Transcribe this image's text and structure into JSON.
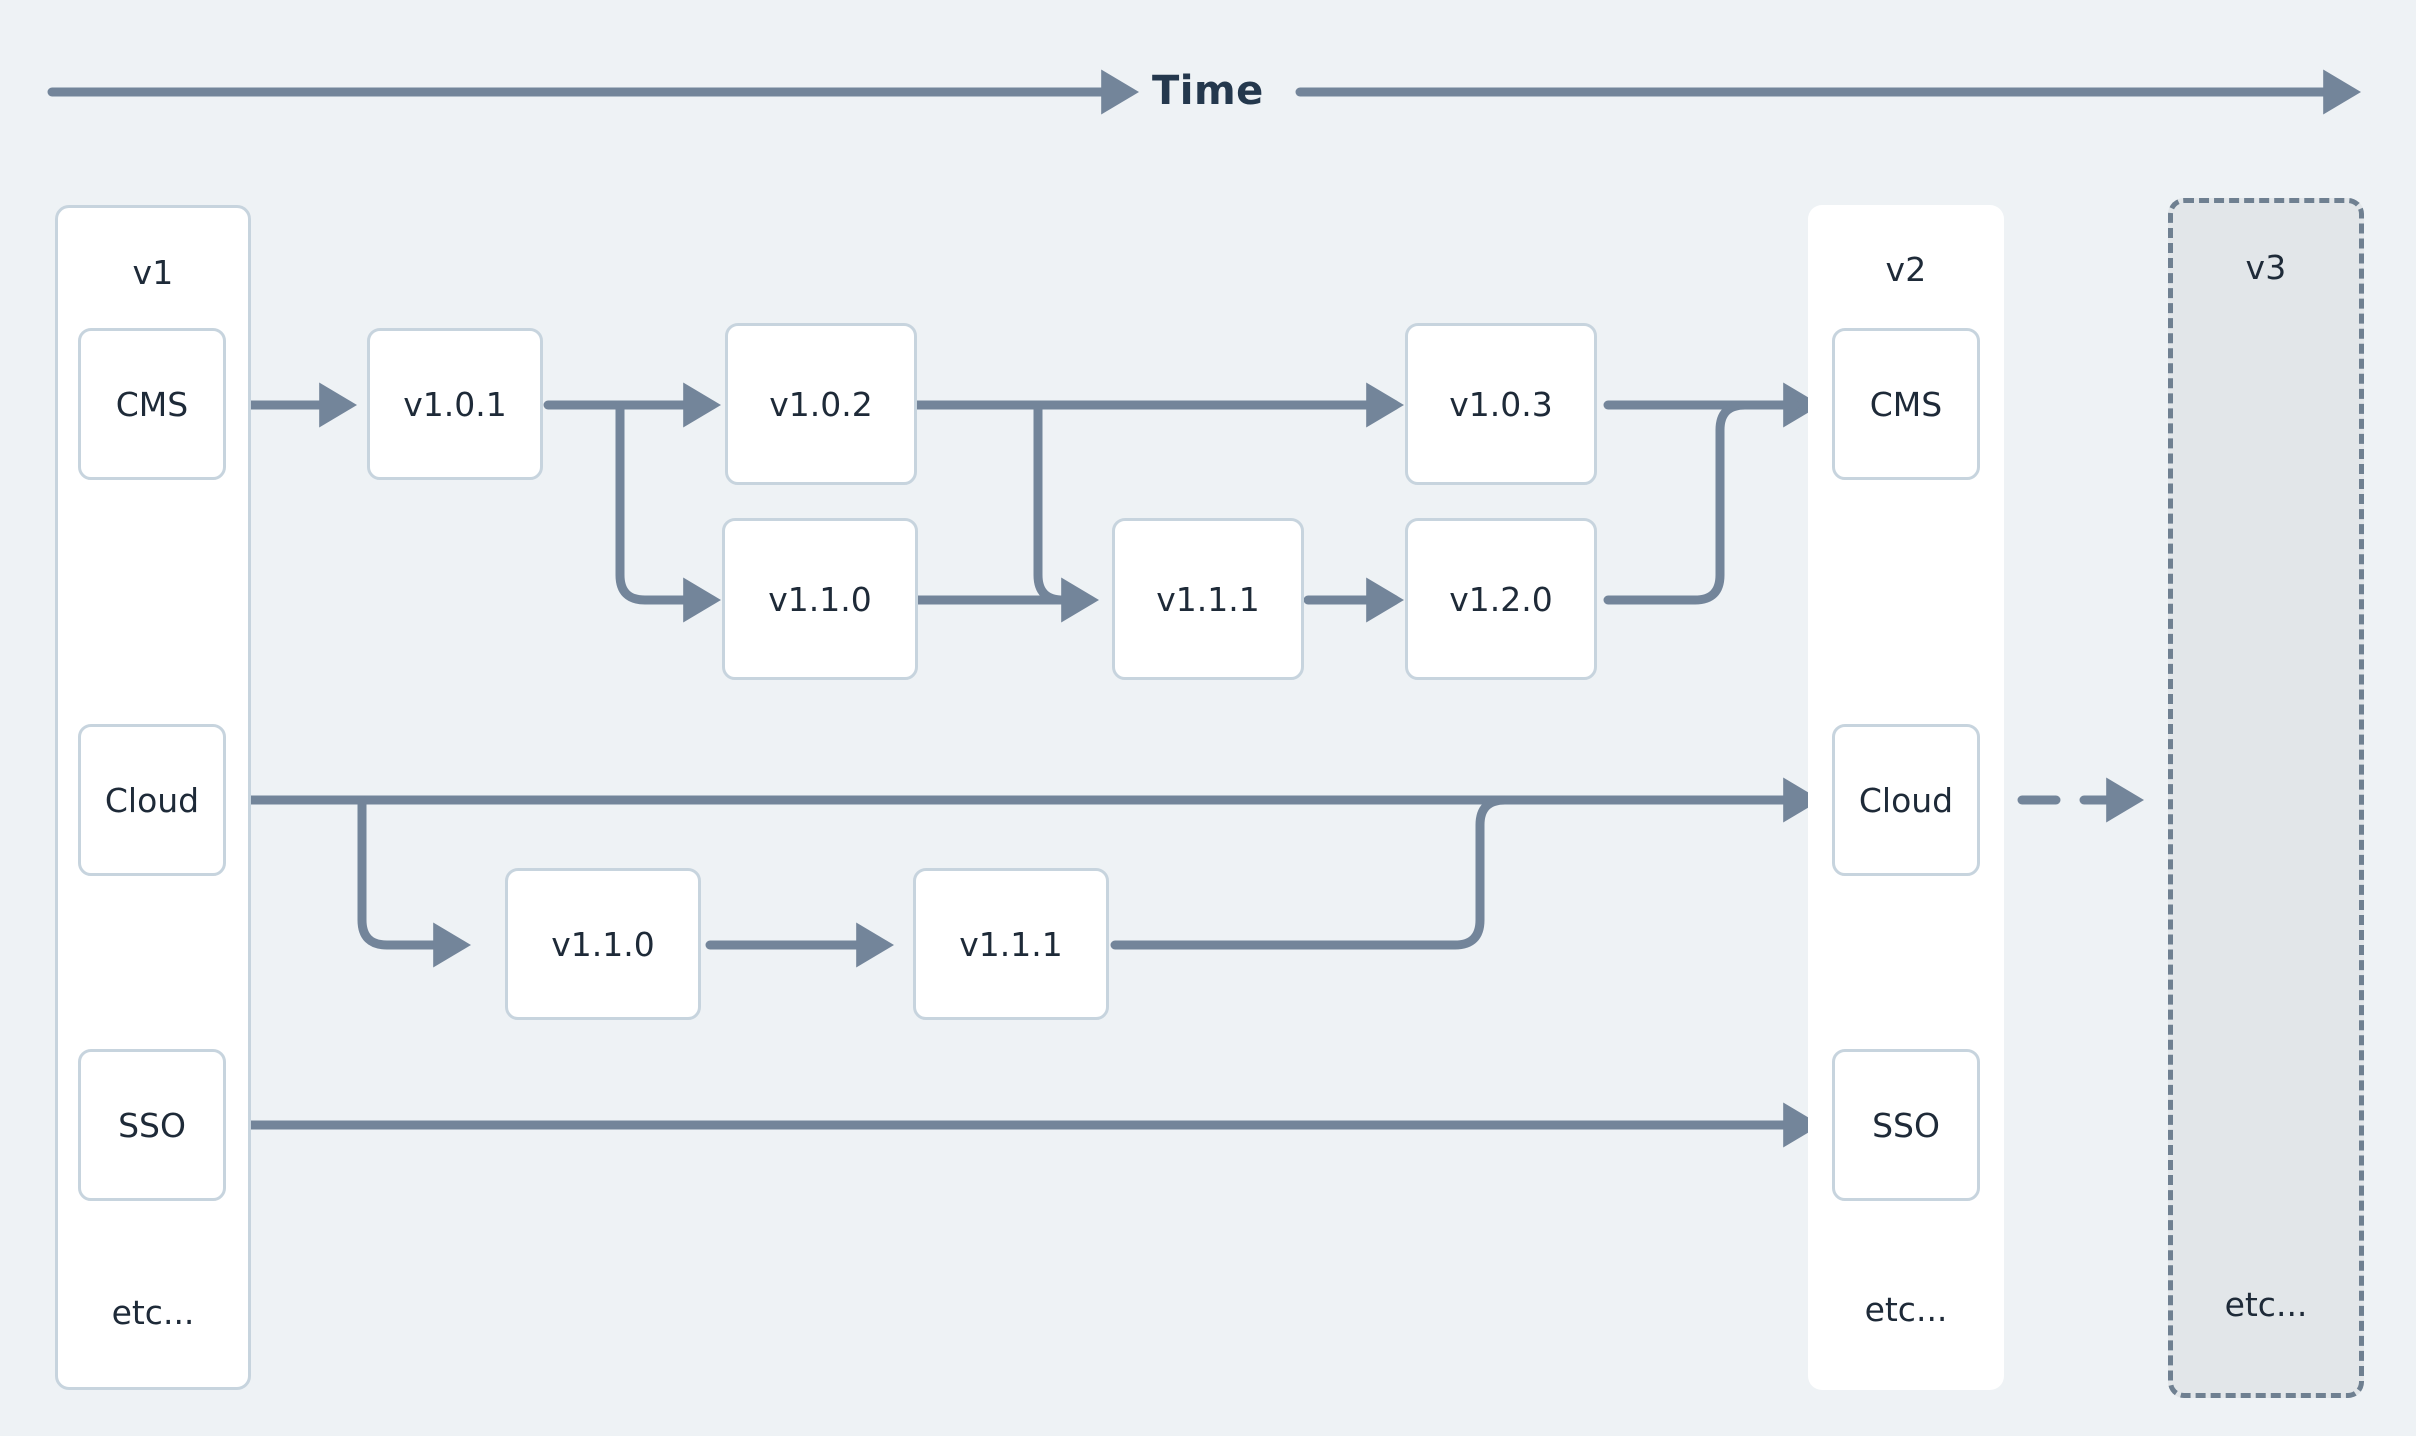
{
  "diagram": {
    "title": "Time",
    "background_color": "#eef2f5",
    "wire_color": "#73859a",
    "node_border_color": "#c7d4de",
    "node_fill_color": "#ffffff",
    "text_color": "#1e2a38",
    "dashed_lane_fill": "#e2e6e9",
    "dashed_lane_border": "#6f8091"
  },
  "timeline": {
    "label": "Time",
    "direction": "left-to-right"
  },
  "lanes": [
    {
      "id": "v1",
      "title": "v1",
      "style": "solid-bordered",
      "etc_label": "etc...",
      "products": [
        "CMS",
        "Cloud",
        "SSO"
      ]
    },
    {
      "id": "v2",
      "title": "v2",
      "style": "plain-white",
      "etc_label": "etc...",
      "products": [
        "CMS",
        "Cloud",
        "SSO"
      ]
    },
    {
      "id": "v3",
      "title": "v3",
      "style": "dashed-placeholder",
      "etc_label": "etc...",
      "products": []
    }
  ],
  "lane_nodes": {
    "v1_cms": "CMS",
    "v1_cloud": "Cloud",
    "v1_sso": "SSO",
    "v1_etc": "etc...",
    "v2_cms": "CMS",
    "v2_cloud": "Cloud",
    "v2_sso": "SSO",
    "v2_etc": "etc...",
    "v3_etc": "etc..."
  },
  "tracks": [
    {
      "name": "cms-track",
      "main_row": [
        "v1.0.1",
        "v1.0.2",
        "v1.0.3"
      ],
      "branch_row": [
        "v1.1.0",
        "v1.1.1",
        "v1.2.0"
      ]
    },
    {
      "name": "cloud-track",
      "main_row": [],
      "branch_row": [
        "v1.1.0",
        "v1.1.1"
      ]
    },
    {
      "name": "sso-track",
      "main_row": [],
      "branch_row": []
    }
  ],
  "versions": {
    "cms_v101": "v1.0.1",
    "cms_v102": "v1.0.2",
    "cms_v103": "v1.0.3",
    "cms_v110": "v1.1.0",
    "cms_v111": "v1.1.1",
    "cms_v120": "v1.2.0",
    "cloud_v110": "v1.1.0",
    "cloud_v111": "v1.1.1"
  }
}
